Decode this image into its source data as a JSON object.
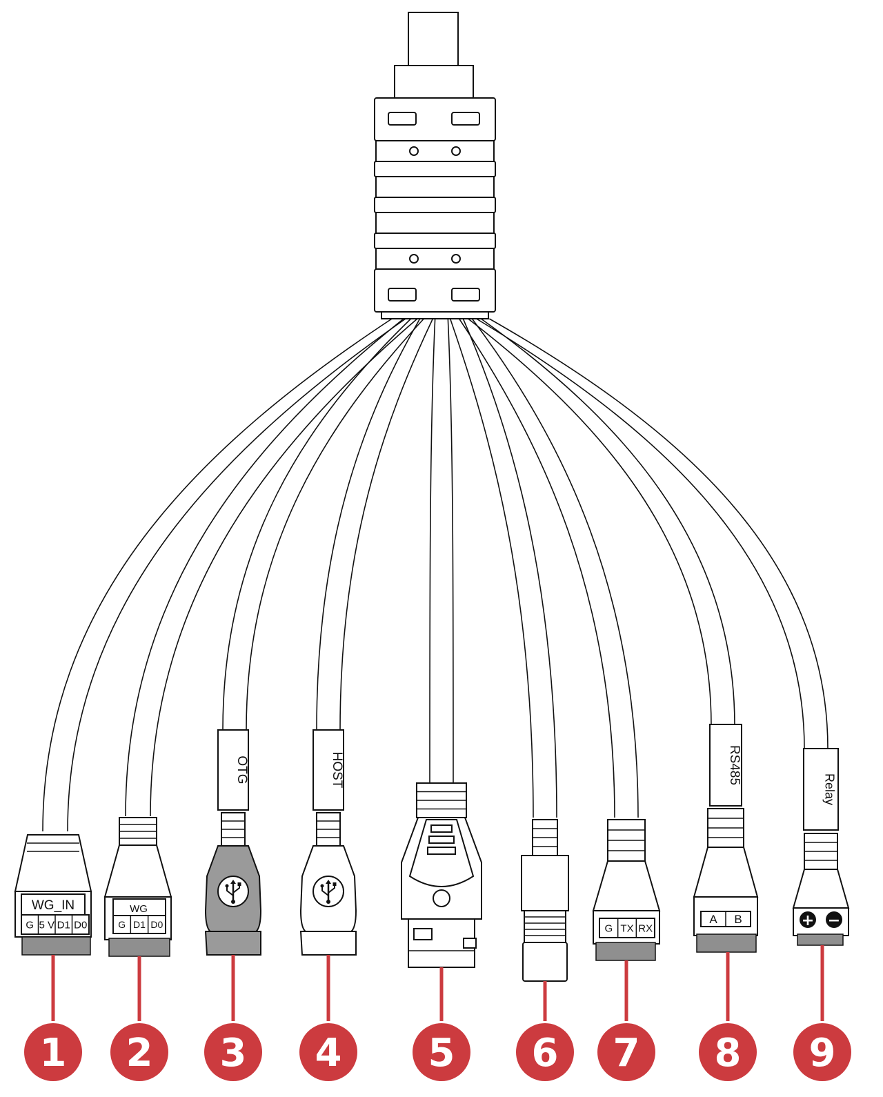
{
  "colors": {
    "line": "#111111",
    "callout": "#cc3b3f",
    "pin_strip": "#8f8f8f",
    "usb_dark": "#9a9a9a"
  },
  "connectors": [
    {
      "number": "1",
      "kind": "terminal",
      "title": "WG_IN",
      "pins": [
        "G",
        "5 V",
        "D1",
        "D0"
      ]
    },
    {
      "number": "2",
      "kind": "terminal",
      "title": "WG",
      "pins": [
        "G",
        "D1",
        "D0"
      ]
    },
    {
      "number": "3",
      "kind": "usb",
      "sleeve": "OTG",
      "icon": "usb-icon"
    },
    {
      "number": "4",
      "kind": "usb",
      "sleeve": "HOST",
      "icon": "usb-icon"
    },
    {
      "number": "5",
      "kind": "rj45"
    },
    {
      "number": "6",
      "kind": "dc-jack"
    },
    {
      "number": "7",
      "kind": "terminal",
      "pins": [
        "G",
        "TX",
        "RX"
      ]
    },
    {
      "number": "8",
      "kind": "terminal",
      "sleeve": "RS485",
      "pins": [
        "A",
        "B"
      ]
    },
    {
      "number": "9",
      "kind": "terminal",
      "sleeve": "Relay",
      "pins": [
        "+",
        "−"
      ]
    }
  ]
}
